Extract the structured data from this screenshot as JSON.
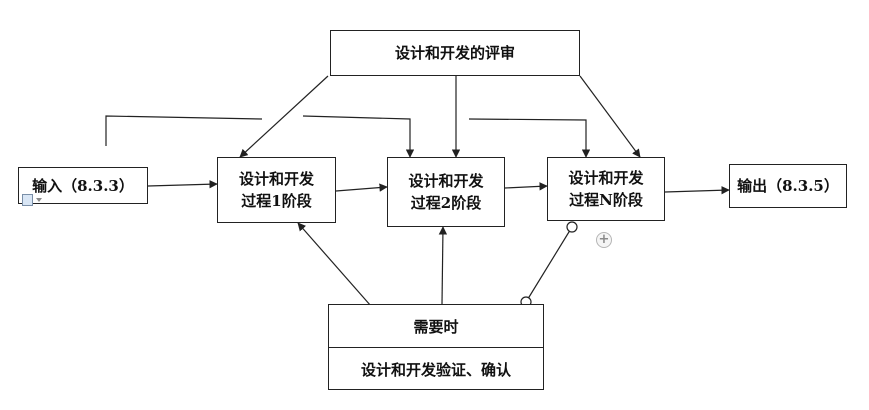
{
  "review": {
    "label": "设计和开发的评审"
  },
  "input": {
    "label": "输入（8.3.3）"
  },
  "stage1": {
    "line1": "设计和开发",
    "line2": "过程1阶段"
  },
  "stage2": {
    "line1": "设计和开发",
    "line2": "过程2阶段"
  },
  "stageN": {
    "line1": "设计和开发",
    "line2": "过程N阶段"
  },
  "output": {
    "label": "输出（8.3.5）"
  },
  "verification": {
    "top": "需要时",
    "bottom": "设计和开发验证、确认"
  },
  "icons": {
    "anchor": "document-anchor-icon",
    "add": "plus-circle-icon"
  },
  "colors": {
    "line": "#222222",
    "box_border": "#222222",
    "background": "#ffffff"
  }
}
